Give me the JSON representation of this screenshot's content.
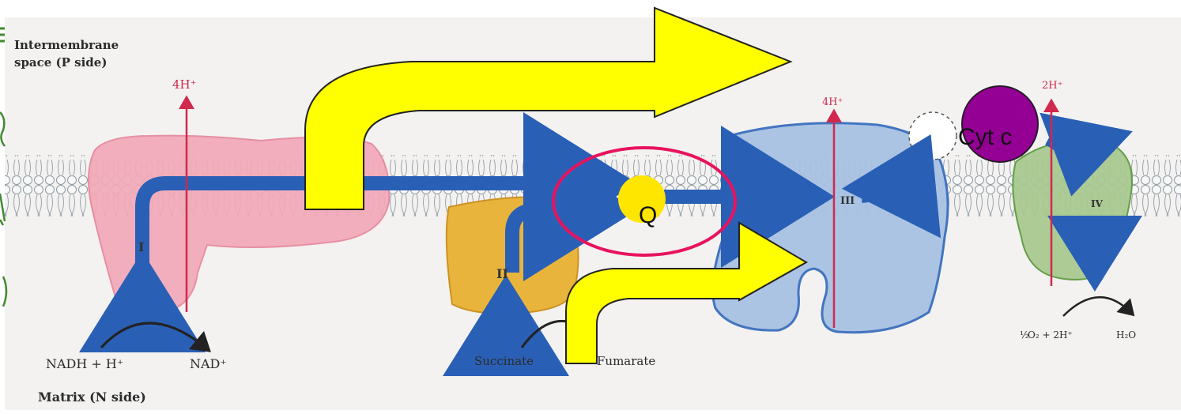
{
  "labels": {
    "p_side_line1": "Intermembrane",
    "p_side_line2": "space (P side)",
    "n_side": "Matrix (N side)",
    "proton_I": "4H⁺",
    "proton_III": "4H⁺",
    "proton_IV": "2H⁺",
    "complex_I": "I",
    "complex_II": "II",
    "complex_III": "III",
    "complex_IV": "IV",
    "nadh": "NADH + H⁺",
    "nad": "NAD⁺",
    "succinate": "Succinate",
    "fumarate": "Fumarate",
    "o2_half": "½",
    "o2_rest": "O₂ + 2H⁺",
    "h2o": "H₂O",
    "quinone": "Q",
    "cytochrome_c": "Cyt c"
  },
  "colors": {
    "background": "#f3f2f1",
    "membrane_lipid": "#cfd7dc",
    "complex_I": "#f2a9b8",
    "complex_II": "#e9b43c",
    "complex_III": "#a8c2e3",
    "complex_IV": "#a9c991",
    "electron_arrow": "#2a5fb6",
    "proton_arrow": "#d0294d",
    "highlight_arrow_fill": "#ffff00",
    "quinone_dot": "#ffe600",
    "quinone_ring": "#e8135e",
    "cytochrome_c": "#940094",
    "left_partial_text": "#3f8a2e"
  }
}
